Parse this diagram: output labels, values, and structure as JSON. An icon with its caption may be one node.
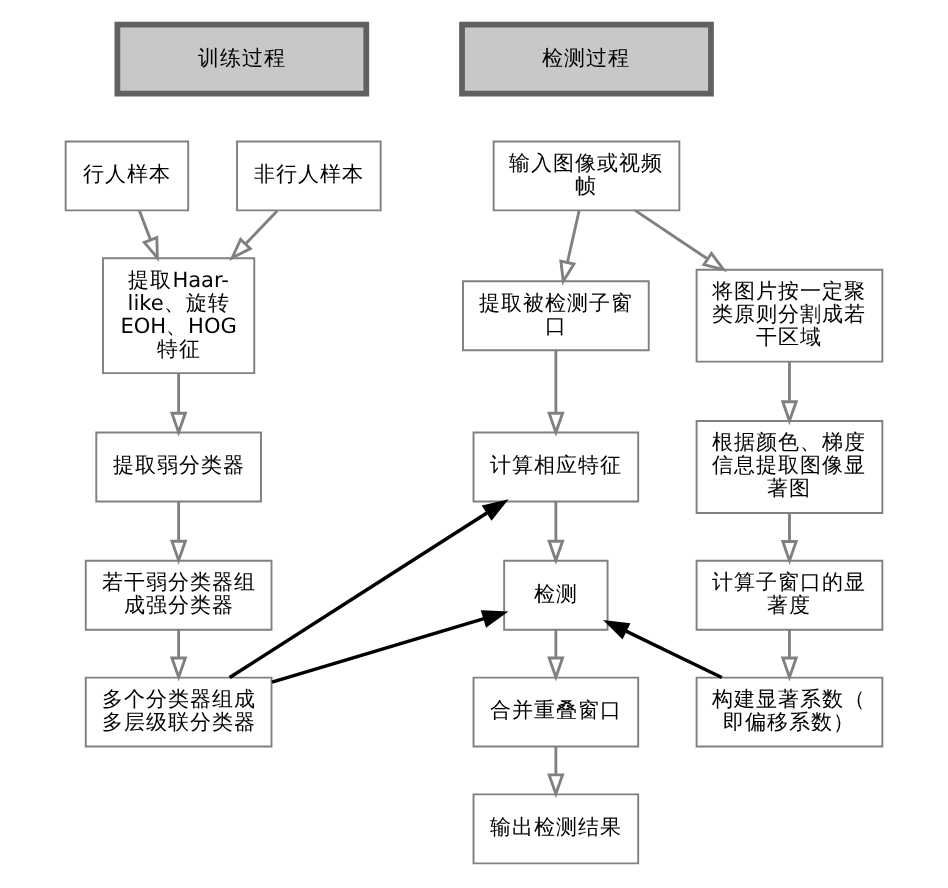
{
  "diagram": {
    "nodes": [
      {
        "text": [
          "训练过程"
        ]
      },
      {
        "text": [
          "检测过程"
        ]
      },
      {
        "text": [
          "行人样本"
        ]
      },
      {
        "text": [
          "非行人样本"
        ]
      },
      {
        "text": [
          "提取Haar-like、旋转EOH、HOG特征"
        ]
      },
      {
        "text": [
          "提取弱分类器"
        ]
      },
      {
        "text": [
          "若干弱分类器组成强分类器"
        ]
      },
      {
        "text": [
          "多个分类器组成多层级联分类器"
        ]
      },
      {
        "text": [
          "输入图像或视频帧"
        ]
      },
      {
        "text": [
          "提取被检测子窗口"
        ]
      },
      {
        "text": [
          "将图片按一定聚类原则分割成若干区域"
        ]
      },
      {
        "text": [
          "计算相应特征"
        ]
      },
      {
        "text": [
          "根据颜色、梯度信息提取图像显著图"
        ]
      },
      {
        "text": [
          "检测"
        ]
      },
      {
        "text": [
          "计算子窗口的显著度"
        ]
      },
      {
        "text": [
          "合并重叠窗口"
        ]
      },
      {
        "text": [
          "构建显著系数（即偏移系数）"
        ]
      },
      {
        "text": [
          "输出检测结果"
        ]
      }
    ],
    "edges": [
      {
        "from": 2,
        "to": 4,
        "arrow": "to"
      },
      {
        "from": 3,
        "to": 4,
        "arrow": "to"
      },
      {
        "from": 4,
        "to": 5,
        "arrow": "to"
      },
      {
        "from": 5,
        "to": 6,
        "arrow": "to"
      },
      {
        "from": 6,
        "to": 7,
        "arrow": "to"
      },
      {
        "from": 8,
        "to": 9,
        "arrow": "to"
      },
      {
        "from": 8,
        "to": 10,
        "arrow": "to"
      },
      {
        "from": 9,
        "to": 11,
        "arrow": "to"
      },
      {
        "from": 10,
        "to": 12,
        "arrow": "to"
      },
      {
        "from": 12,
        "to": 14,
        "arrow": "to"
      },
      {
        "from": 14,
        "to": 16,
        "arrow": "to"
      },
      {
        "from": 11,
        "to": 13,
        "arrow": "to"
      },
      {
        "from": 13,
        "to": 15,
        "arrow": "to"
      },
      {
        "from": 15,
        "to": 17,
        "arrow": "to"
      },
      {
        "from": 7,
        "to": 11,
        "arrow": "to",
        "color": "#000000"
      },
      {
        "from": 7,
        "to": 13,
        "arrow": "to",
        "color": "#000000"
      },
      {
        "from": 16,
        "to": 13,
        "arrow": "to",
        "color": "#000000"
      }
    ]
  }
}
